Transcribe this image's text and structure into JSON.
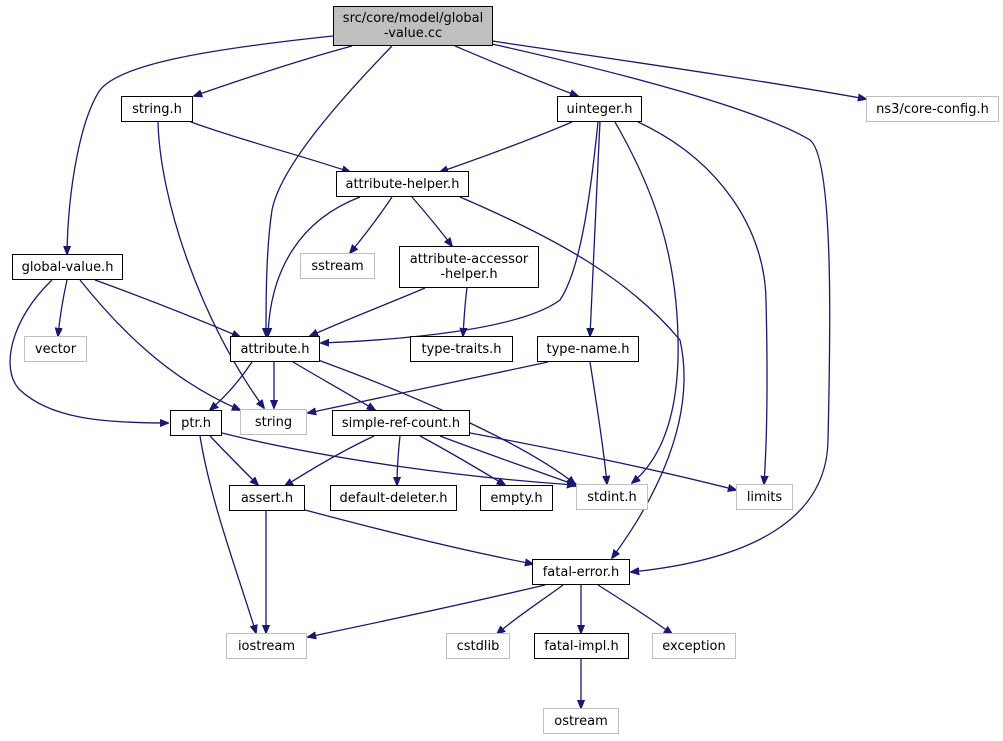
{
  "colors": {
    "edge": "#191970",
    "root_fill": "#bfbfbf",
    "external_border": "#bfbfbf",
    "node_border": "#000000"
  },
  "nodes": {
    "root": {
      "line1": "src/core/model/global",
      "line2": "-value.cc"
    },
    "string_h": {
      "label": "string.h"
    },
    "uinteger_h": {
      "label": "uinteger.h"
    },
    "core_config_h": {
      "label": "ns3/core-config.h"
    },
    "attribute_helper_h": {
      "label": "attribute-helper.h"
    },
    "global_value_h": {
      "label": "global-value.h"
    },
    "sstream": {
      "label": "sstream"
    },
    "attribute_accessor_helper_h": {
      "line1": "attribute-accessor",
      "line2": "-helper.h"
    },
    "vector": {
      "label": "vector"
    },
    "attribute_h": {
      "label": "attribute.h"
    },
    "type_traits_h": {
      "label": "type-traits.h"
    },
    "type_name_h": {
      "label": "type-name.h"
    },
    "ptr_h": {
      "label": "ptr.h"
    },
    "string": {
      "label": "string"
    },
    "simple_ref_count_h": {
      "label": "simple-ref-count.h"
    },
    "assert_h": {
      "label": "assert.h"
    },
    "default_deleter_h": {
      "label": "default-deleter.h"
    },
    "empty_h": {
      "label": "empty.h"
    },
    "stdint_h": {
      "label": "stdint.h"
    },
    "limits": {
      "label": "limits"
    },
    "fatal_error_h": {
      "label": "fatal-error.h"
    },
    "iostream": {
      "label": "iostream"
    },
    "cstdlib": {
      "label": "cstdlib"
    },
    "fatal_impl_h": {
      "label": "fatal-impl.h"
    },
    "exception": {
      "label": "exception"
    },
    "ostream": {
      "label": "ostream"
    }
  }
}
